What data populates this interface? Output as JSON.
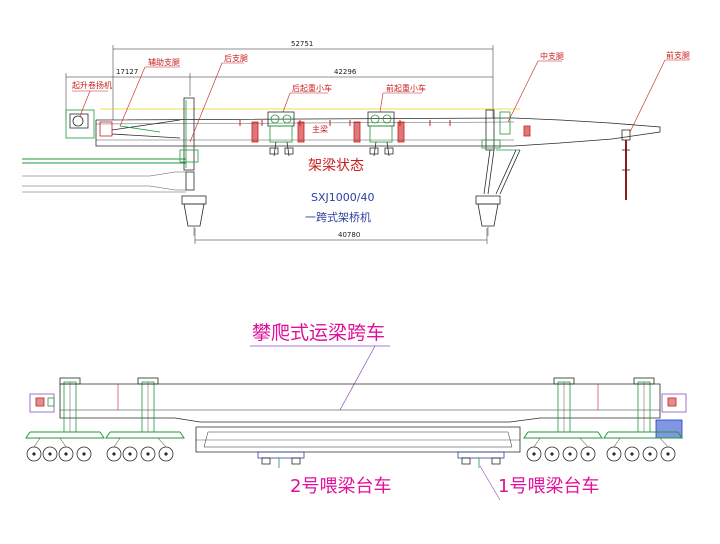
{
  "top": {
    "labels": {
      "lift_winch": "起升卷扬机",
      "aux_leg": "辅助支腿",
      "rear_leg": "后支腿",
      "rear_trolley": "后起重小车",
      "front_trolley": "前起重小车",
      "main_girder": "主梁",
      "middle_leg": "中支腿",
      "front_leg": "前支腿"
    },
    "state": "架梁状态",
    "model": "SXJ1000/40",
    "type": "一跨式架桥机",
    "dims": {
      "total": "52751",
      "left": "17127",
      "mid": "42296",
      "bottom": "40780"
    }
  },
  "bottom": {
    "title": "攀爬式运梁跨车",
    "car2": "2号喂梁台车",
    "car1": "1号喂梁台车"
  },
  "colors": {
    "label_red": "#c81e1e",
    "label_magenta": "#e0109a",
    "text_blue": "#2c3f9e",
    "structure_green": "#1f9a3a",
    "leader_purple": "#8a4bbd"
  }
}
